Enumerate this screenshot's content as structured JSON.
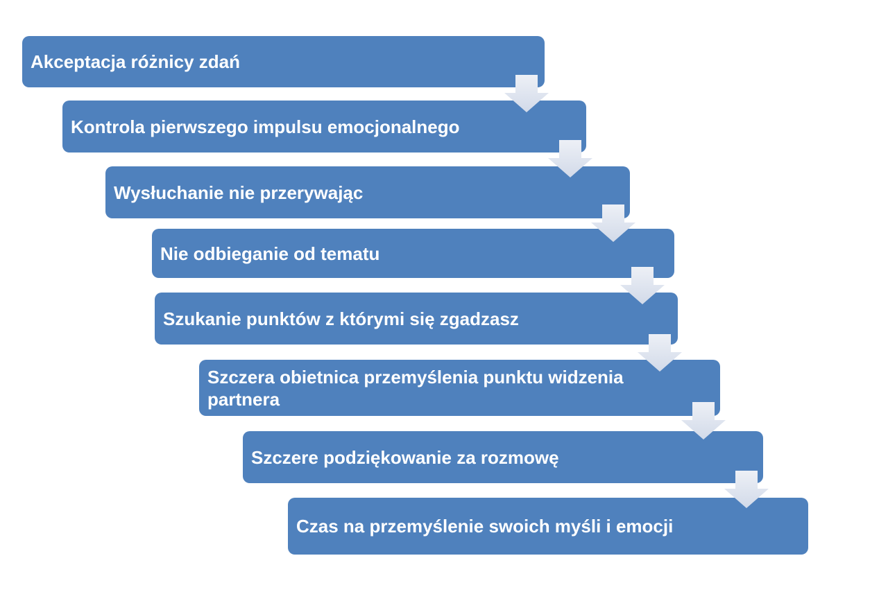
{
  "diagram": {
    "type": "step-down-process",
    "background_color": "#ffffff",
    "bar_color": "#4f81bd",
    "arrow_color_light": "#edf0f6",
    "arrow_color_dark": "#d2dae9",
    "text_color": "#ffffff",
    "steps": [
      {
        "label": "Akceptacja różnicy zdań"
      },
      {
        "label": "Kontrola pierwszego impulsu emocjonalnego"
      },
      {
        "label": "Wysłuchanie nie przerywając"
      },
      {
        "label": "Nie odbieganie od tematu"
      },
      {
        "label": "Szukanie punktów z którymi się zgadzasz"
      },
      {
        "label": "Szczera obietnica przemyślenia punktu widzenia\npartnera"
      },
      {
        "label": "Szczere podziękowanie za rozmowę"
      },
      {
        "label": "Czas na przemyślenie swoich myśli i emocji"
      }
    ]
  }
}
